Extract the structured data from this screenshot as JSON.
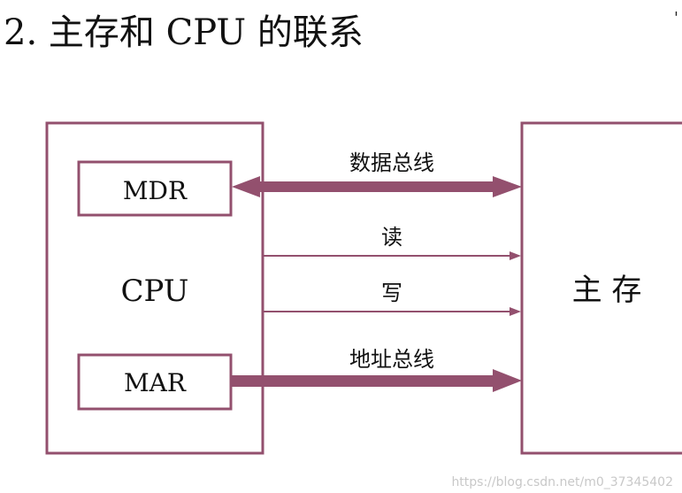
{
  "title": "2. 主存和 CPU 的联系",
  "stray_mark": "'",
  "cpu": {
    "label": "CPU",
    "mdr": "MDR",
    "mar": "MAR"
  },
  "memory": {
    "label": "主 存"
  },
  "buses": {
    "data_bus": "数据总线",
    "read": "读",
    "write": "写",
    "address_bus": "地址总线"
  },
  "colors": {
    "accent": "#93506e",
    "text": "#111111"
  },
  "watermark": "https://blog.csdn.net/m0_37345402"
}
